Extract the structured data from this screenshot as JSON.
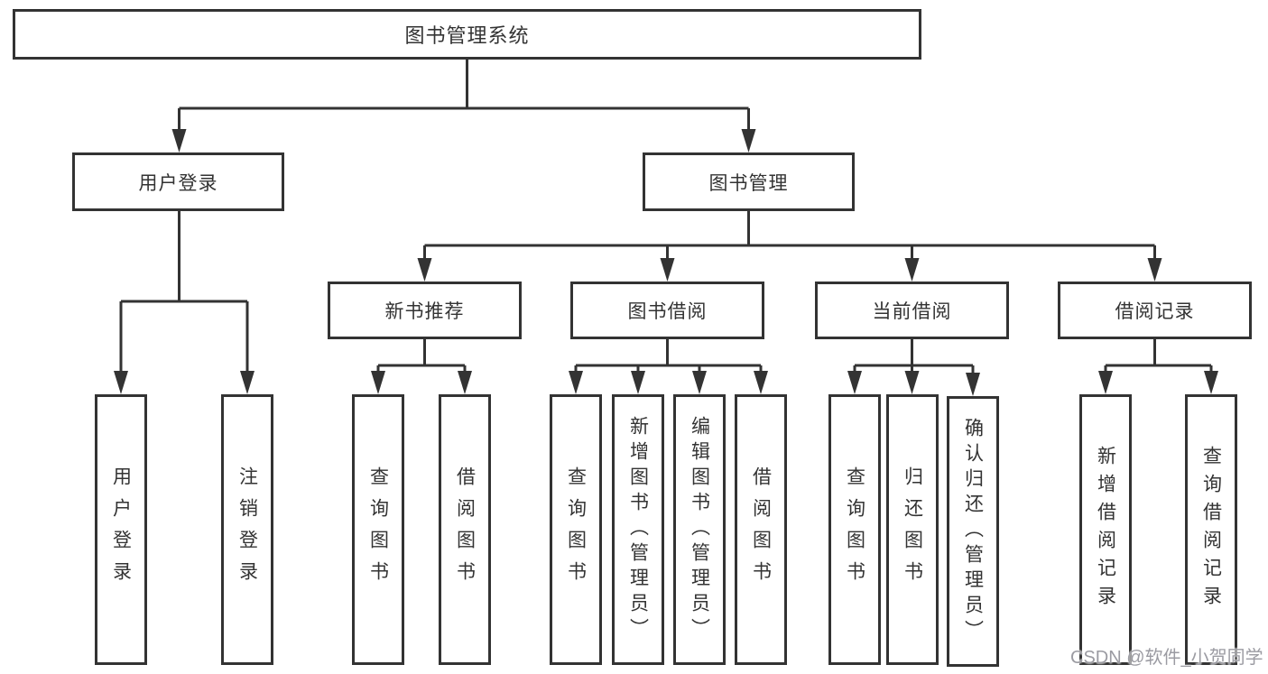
{
  "diagram_title": "图书管理系统",
  "watermark": "CSDN @软件_小贺同学",
  "colors": {
    "line": "#333333",
    "box_border": "#333333",
    "box_background": "#ffffff",
    "text": "#333333",
    "watermark_text": "#9b9ba2",
    "page_background": "#ffffff"
  },
  "tree": {
    "label": "图书管理系统",
    "children": [
      {
        "label": "用户登录",
        "children": [
          {
            "label": "用户登录"
          },
          {
            "label": "注销登录"
          }
        ]
      },
      {
        "label": "图书管理",
        "children": [
          {
            "label": "新书推荐",
            "children": [
              {
                "label": "查询图书"
              },
              {
                "label": "借阅图书"
              }
            ]
          },
          {
            "label": "图书借阅",
            "children": [
              {
                "label": "查询图书"
              },
              {
                "label": "新增图书（管理员）"
              },
              {
                "label": "编辑图书（管理员）"
              },
              {
                "label": "借阅图书"
              }
            ]
          },
          {
            "label": "当前借阅",
            "children": [
              {
                "label": "查询图书"
              },
              {
                "label": "归还图书"
              },
              {
                "label": "确认归还（管理员）"
              }
            ]
          },
          {
            "label": "借阅记录",
            "children": [
              {
                "label": "新增借阅记录"
              },
              {
                "label": "查询借阅记录"
              }
            ]
          }
        ]
      }
    ]
  }
}
